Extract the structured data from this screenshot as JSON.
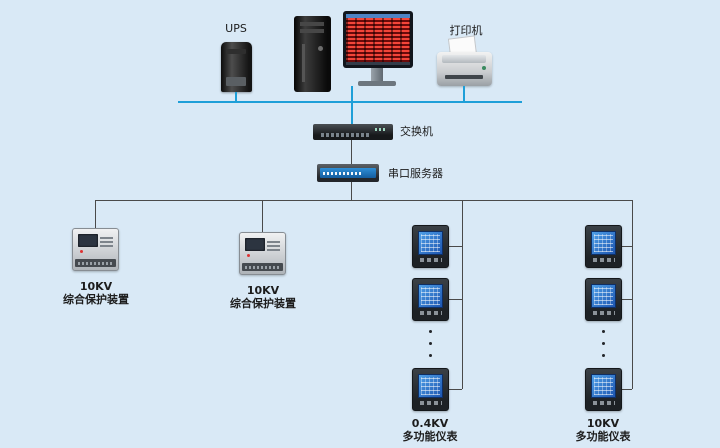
{
  "colors": {
    "background": "#d9e9f6",
    "bus_line": "#1e9fd8",
    "wire": "#4a4a4a",
    "label": "#1c1c1c"
  },
  "top_row": {
    "ups_label": "UPS",
    "printer_label": "打印机"
  },
  "network": {
    "switch_label": "交换机",
    "serial_server_label": "串口服务器"
  },
  "devices": {
    "protection_a": {
      "kv": "10KV",
      "name": "综合保护装置"
    },
    "protection_b": {
      "kv": "10KV",
      "name": "综合保护装置"
    },
    "meter_col_a": {
      "kv": "0.4KV",
      "name": "多功能仪表"
    },
    "meter_col_b": {
      "kv": "10KV",
      "name": "多功能仪表"
    }
  }
}
